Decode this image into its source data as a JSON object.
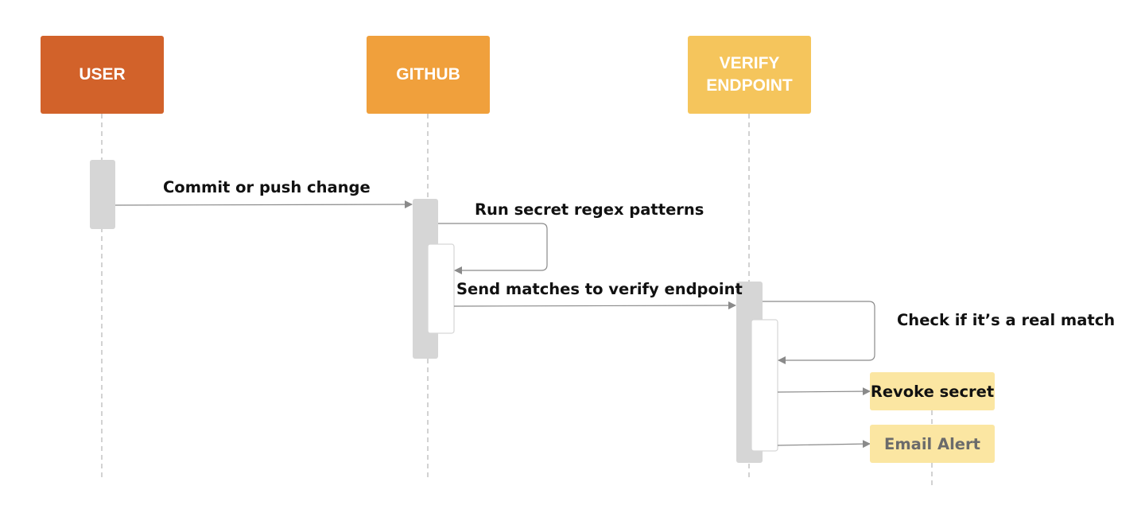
{
  "colors": {
    "user": "#d2622a",
    "github": "#f0a03c",
    "verify": "#f5c55c",
    "activation": "#d6d6d6",
    "note": "#fbe6a2",
    "line": "#8a8a8a",
    "email_text": "#6b6b6b"
  },
  "actors": [
    {
      "id": "user",
      "label": "USER"
    },
    {
      "id": "github",
      "label": "GITHUB"
    },
    {
      "id": "verify",
      "label": "VERIFY\nENDPOINT"
    }
  ],
  "messages": {
    "commit": "Commit or push change",
    "run_regex": "Run secret regex patterns",
    "send_matches": "Send matches to verify endpoint",
    "check_match": "Check if it’s a real match"
  },
  "notes": {
    "revoke": "Revoke secret",
    "email": "Email Alert"
  }
}
